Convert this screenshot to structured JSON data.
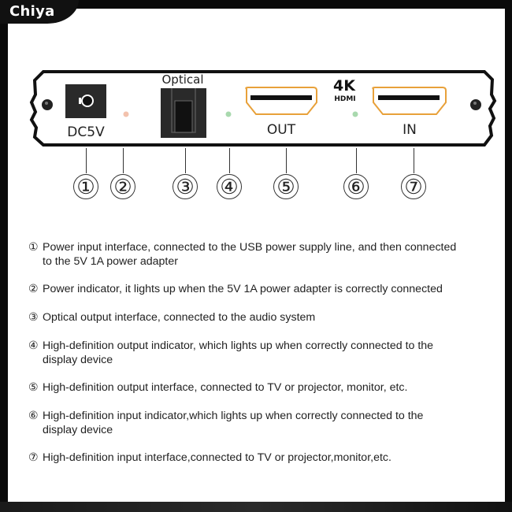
{
  "brand": {
    "name": "Chiya"
  },
  "device": {
    "labels": {
      "dc": "DC5V",
      "optical": "Optical",
      "out": "OUT",
      "in": "IN",
      "logo_4k": "4K",
      "logo_hdmi": "HDMI"
    },
    "led_colors": {
      "power": "#f3c2ad",
      "out": "#a9d9ae",
      "in": "#a9d9ae"
    },
    "port_outline_color": "#e8a13a"
  },
  "callouts": [
    "①",
    "②",
    "③",
    "④",
    "⑤",
    "⑥",
    "⑦"
  ],
  "descriptions": [
    {
      "num": "①",
      "line1": "Power input interface, connected to the USB power supply line, and then connected",
      "line2": "to the 5V 1A power adapter"
    },
    {
      "num": "②",
      "line1": "Power indicator, it lights up when the 5V 1A power adapter is correctly connected",
      "line2": ""
    },
    {
      "num": "③",
      "line1": "Optical output interface, connected to the audio system",
      "line2": ""
    },
    {
      "num": "④",
      "line1": "High-definition output indicator, which lights up when correctly connected to the",
      "line2": "display device"
    },
    {
      "num": "⑤",
      "line1": "High-definition output interface, connected to TV or projector, monitor, etc.",
      "line2": ""
    },
    {
      "num": "⑥",
      "line1": "High-definition input indicator,which lights up when correctly connected to the",
      "line2": "display device"
    },
    {
      "num": "⑦",
      "line1": "High-definition input interface,connected to TV or projector,monitor,etc.",
      "line2": ""
    }
  ]
}
